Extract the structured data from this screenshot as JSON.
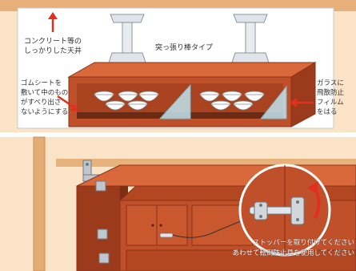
{
  "top_panel": {
    "ceiling_label_line1": "コンクリート等の",
    "ceiling_label_line2": "しっかりした天井",
    "pole_type_label": "突っ張り棒タイプ",
    "rubber_label_line1": "ゴムシートを",
    "rubber_label_line2": "敷いて中のもの",
    "rubber_label_line3": "がすべり出さ",
    "rubber_label_line4": "ないようにする",
    "glass_label_line1": "ガラスに",
    "glass_label_line2": "飛散防止",
    "glass_label_line3": "フィルム",
    "glass_label_line4": "をはる"
  },
  "bottom_panel": {
    "caption_line1": "ストッパーを取り付けてください",
    "caption_line2": "あわせて転倒防止具を使用してください"
  },
  "colors": {
    "wall": "#f4c99a",
    "wood": "#c0502a",
    "wood_dark": "#8a3217",
    "arrow": "#e0301e",
    "glass": "#bfe3f0"
  }
}
